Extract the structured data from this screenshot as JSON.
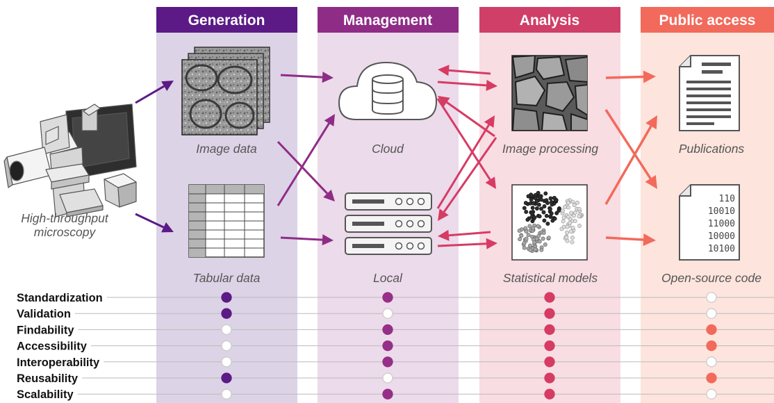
{
  "columns": [
    {
      "title": "Generation",
      "header_color": "#5b1a85",
      "band_color": "#dcd3e6",
      "dot_color": "#5b1a85"
    },
    {
      "title": "Management",
      "header_color": "#8e2c86",
      "band_color": "#ecdbea",
      "dot_color": "#952f88"
    },
    {
      "title": "Analysis",
      "header_color": "#cf3f68",
      "band_color": "#f8dde3",
      "dot_color": "#d63b64"
    },
    {
      "title": "Public access",
      "header_color": "#f26a5b",
      "band_color": "#fde4dd",
      "dot_color": "#f26a5b"
    }
  ],
  "source": {
    "label_line1": "High-throughput",
    "label_line2": "microscopy"
  },
  "items": {
    "image_data": "Image data",
    "tabular_data": "Tabular data",
    "cloud": "Cloud",
    "local": "Local",
    "image_processing": "Image processing",
    "statistical_models": "Statistical models",
    "publications": "Publications",
    "open_source_code": "Open-source code"
  },
  "code_digits": [
    "110",
    "10010",
    "11000",
    "10000",
    "10100"
  ],
  "criteria": [
    {
      "label": "Standardization",
      "values": [
        true,
        true,
        true,
        false
      ]
    },
    {
      "label": "Validation",
      "values": [
        true,
        false,
        true,
        false
      ]
    },
    {
      "label": "Findability",
      "values": [
        false,
        true,
        true,
        true
      ]
    },
    {
      "label": "Accessibility",
      "values": [
        false,
        true,
        true,
        true
      ]
    },
    {
      "label": "Interoperability",
      "values": [
        false,
        true,
        true,
        false
      ]
    },
    {
      "label": "Reusability",
      "values": [
        true,
        false,
        true,
        true
      ]
    },
    {
      "label": "Scalability",
      "values": [
        false,
        true,
        true,
        false
      ]
    }
  ],
  "colors": {
    "row_line": "#bbbbbb",
    "empty_dot": "#cccccc",
    "icon_stroke": "#555555"
  }
}
